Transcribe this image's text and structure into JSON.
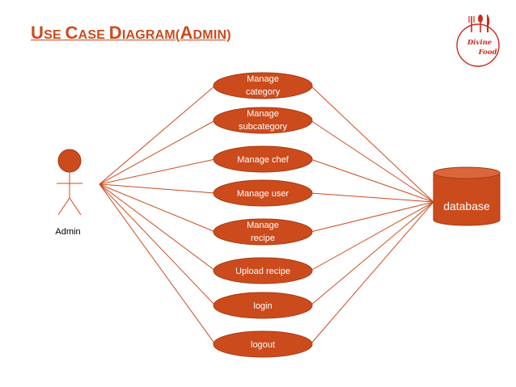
{
  "title": "Use Case Diagram(Admin)",
  "colors": {
    "accent": "#cc4b1c",
    "usecase_fill": "#cc4b1c",
    "line": "#cc4b1c",
    "actor_fill": "#cc4b1c",
    "logo_red": "#cc2a1a"
  },
  "logo": {
    "line1": "Divine",
    "line2": "Food"
  },
  "actor": {
    "label": "Admin"
  },
  "database": {
    "label": "database"
  },
  "usecases": [
    {
      "lines": [
        "Manage",
        "category"
      ]
    },
    {
      "lines": [
        "Manage",
        "subcategory"
      ]
    },
    {
      "lines": [
        "Manage chef"
      ]
    },
    {
      "lines": [
        "Manage user"
      ]
    },
    {
      "lines": [
        "Manage",
        "recipe"
      ]
    },
    {
      "lines": [
        "Upload recipe"
      ]
    },
    {
      "lines": [
        "login"
      ]
    },
    {
      "lines": [
        "logout"
      ]
    }
  ]
}
